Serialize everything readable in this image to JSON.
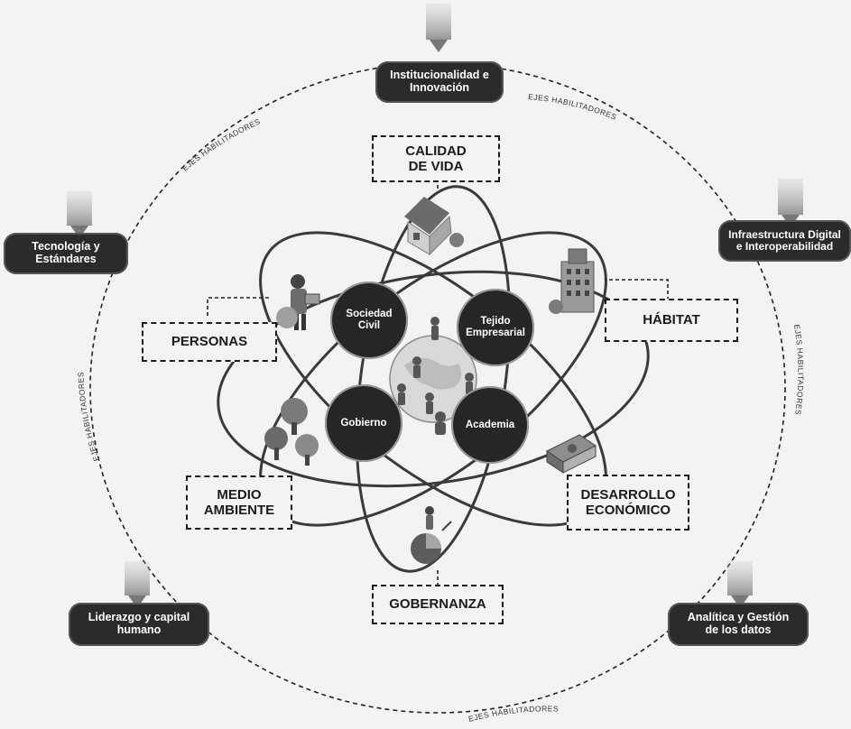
{
  "enablers": {
    "top": "Institucionalidad e\nInnovación",
    "left": "Tecnología y\nEstándares",
    "right": "Infraestructura Digital\ne Interoperabilidad",
    "bottom_left": "Liderazgo y capital\nhumano",
    "bottom_right": "Analítica y Gestión\nde los datos"
  },
  "ring_label": "EJES HABILITADORES",
  "dimensions": {
    "calidad_de_vida": "CALIDAD\nDE VIDA",
    "personas": "PERSONAS",
    "habitat": "HÁBITAT",
    "medio_ambiente": "MEDIO\nAMBIENTE",
    "desarrollo_economico": "DESARROLLO\nECONÓMICO",
    "gobernanza": "GOBERNANZA"
  },
  "actors": {
    "sociedad_civil": "Sociedad\nCivil",
    "tejido_empresarial": "Tejido\nEmpresarial",
    "gobierno": "Gobierno",
    "academia": "Academia"
  },
  "colors": {
    "dark": "#2b2b2b",
    "background": "#f3f3f1",
    "orbit": "#3a3a3a"
  }
}
